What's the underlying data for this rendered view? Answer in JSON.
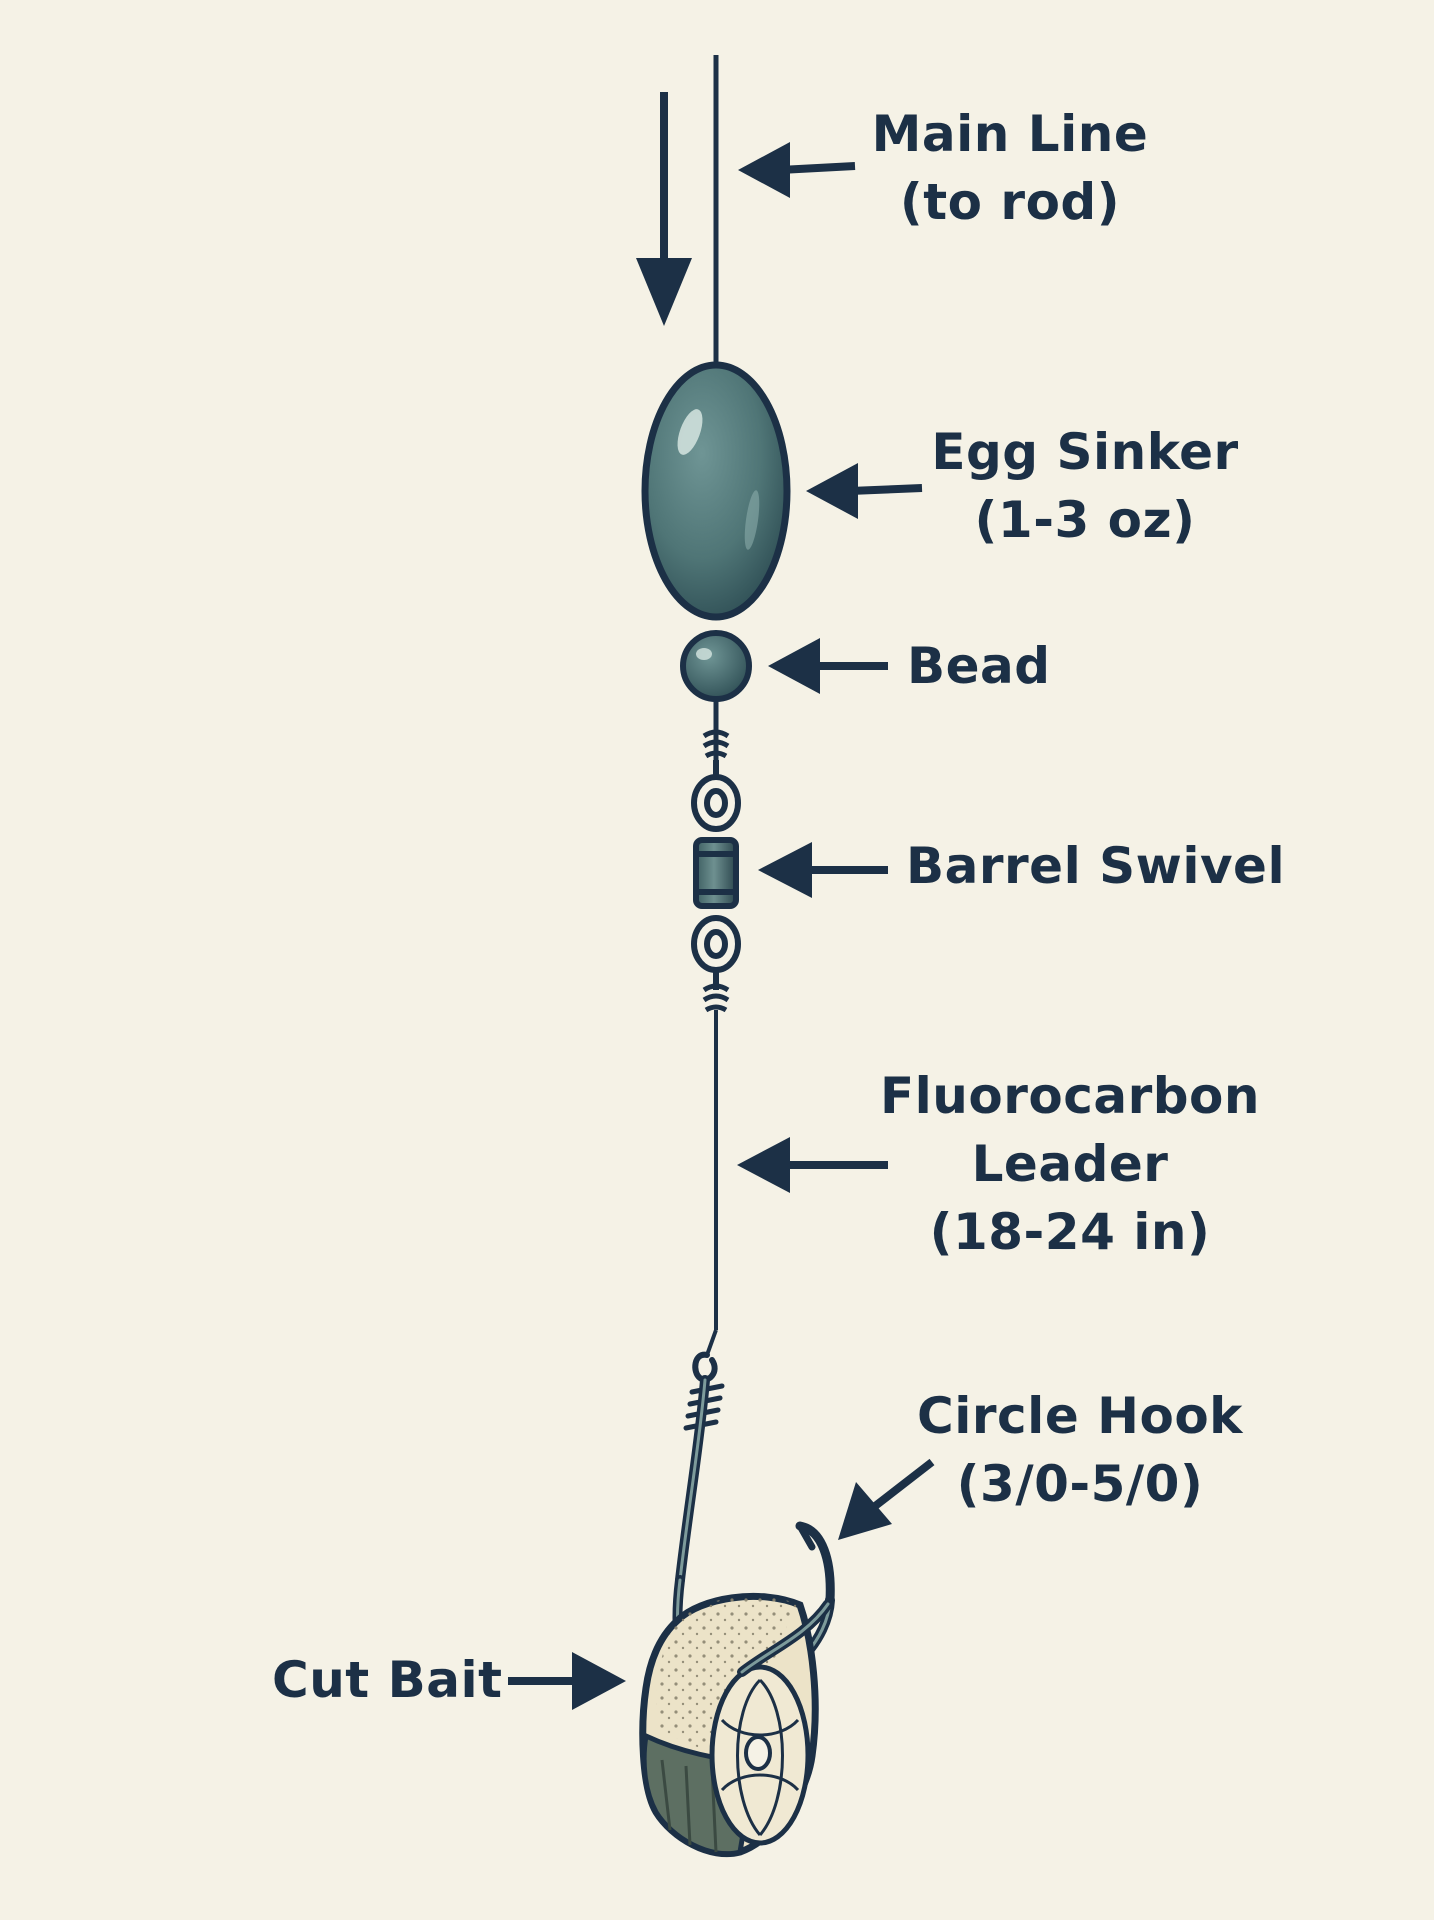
{
  "labels": {
    "main_line": {
      "line1": "Main Line",
      "line2": "(to rod)"
    },
    "egg_sinker": {
      "line1": "Egg Sinker",
      "line2": "(1-3 oz)"
    },
    "bead": {
      "line1": "Bead"
    },
    "barrel_swivel": {
      "line1": "Barrel Swivel"
    },
    "leader": {
      "line1": "Fluorocarbon",
      "line2": "Leader",
      "line3": "(18-24 in)"
    },
    "circle_hook": {
      "line1": "Circle Hook",
      "line2": "(3/0-5/0)"
    },
    "cut_bait": {
      "line1": "Cut Bait"
    }
  },
  "colors": {
    "background": "#f5f2e6",
    "ink": "#1c3046",
    "sinker": "#4f7576",
    "sinker_highlight": "#8fb0ae",
    "bait_skin": "#ece3c8",
    "bait_dark": "#5d6f62"
  }
}
